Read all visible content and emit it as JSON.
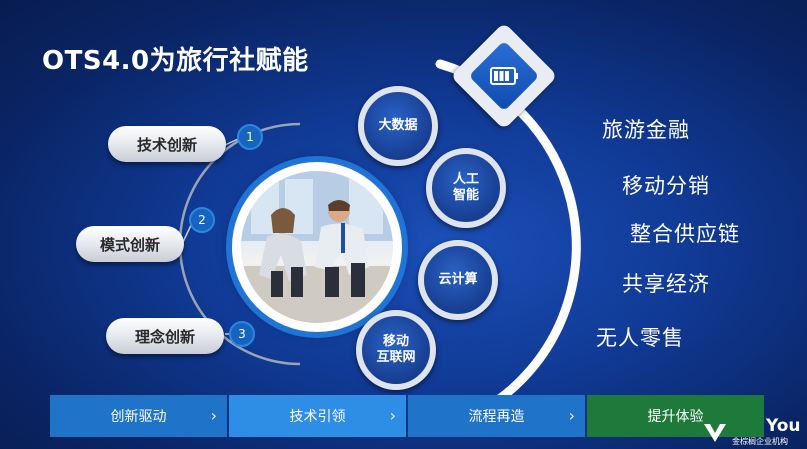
{
  "title": "OTS4.0为旅行社赋能",
  "left_items": [
    {
      "label": "技术创新",
      "number": "1"
    },
    {
      "label": "模式创新",
      "number": "2"
    },
    {
      "label": "理念创新",
      "number": "3"
    }
  ],
  "nodes": [
    {
      "label": "大数据"
    },
    {
      "label": "人工\n智能"
    },
    {
      "label": "云计算"
    },
    {
      "label": "移动\n互联网"
    }
  ],
  "right_items": [
    "旅游金融",
    "移动分销",
    "整合供应链",
    "共享经济",
    "无人零售"
  ],
  "bottom_bar": [
    {
      "label": "创新驱动",
      "chevron": "›"
    },
    {
      "label": "技术引领",
      "chevron": "›"
    },
    {
      "label": "流程再造",
      "chevron": "›"
    },
    {
      "label": "提升体验"
    }
  ],
  "logo": {
    "word": "You",
    "org": "金棕榈企业机构"
  },
  "icons": {
    "badge": "battery-icon",
    "photo": "team-start-line-photo"
  },
  "colors": {
    "background": "#0f3a95",
    "accent_blue": "#1f73c9",
    "accent_green": "#1e7a3a"
  }
}
